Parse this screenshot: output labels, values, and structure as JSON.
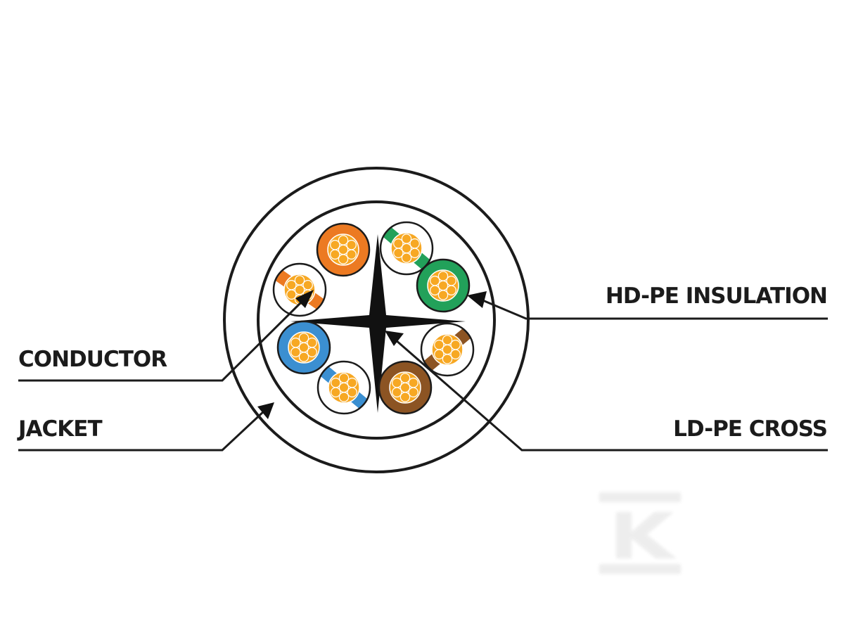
{
  "labels": {
    "conductor": "CONDUCTOR",
    "jacket": "JACKET",
    "insulation": "HD-PE INSULATION",
    "cross": "LD-PE CROSS"
  },
  "colors": {
    "line": "#1b1b1b",
    "conductor": "#f7a823",
    "orange": "#ec7a22",
    "green": "#22a15a",
    "blue": "#3b8fd1",
    "brown": "#8c5423",
    "watermark": "#eeeeee"
  },
  "pairs": [
    {
      "color": "orange",
      "solid": true
    },
    {
      "color": "orange",
      "solid": false
    },
    {
      "color": "green",
      "solid": true
    },
    {
      "color": "green",
      "solid": false
    },
    {
      "color": "blue",
      "solid": true
    },
    {
      "color": "blue",
      "solid": false
    },
    {
      "color": "brown",
      "solid": true
    },
    {
      "color": "brown",
      "solid": false
    }
  ],
  "watermark": "logo-k-icon"
}
